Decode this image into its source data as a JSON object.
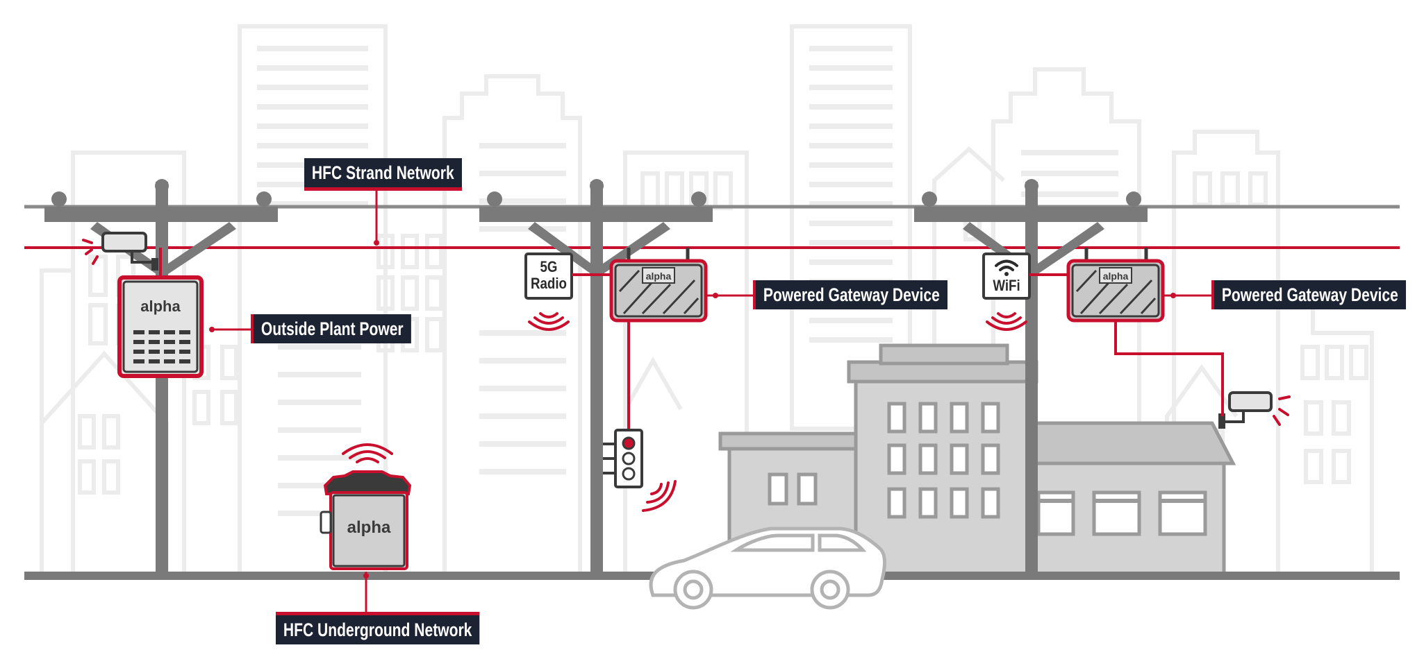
{
  "labels": {
    "hfc_strand_network": "HFC Strand Network",
    "outside_plant_power": "Outside Plant Power",
    "powered_gateway_device_1": "Powered Gateway Device",
    "powered_gateway_device_2": "Powered Gateway Device",
    "hfc_underground_network": "HFC Underground Network"
  },
  "devices": {
    "radio_5g_line1": "5G",
    "radio_5g_line2": "Radio",
    "wifi_label": "WiFi",
    "brand_mark": "alpha"
  },
  "colors": {
    "accent_red": "#c8102e",
    "label_bg": "#1c2433",
    "pole_gray": "#7a7a7a",
    "building_fill": "#d3d3d3",
    "skyline_outline": "#ececec"
  }
}
